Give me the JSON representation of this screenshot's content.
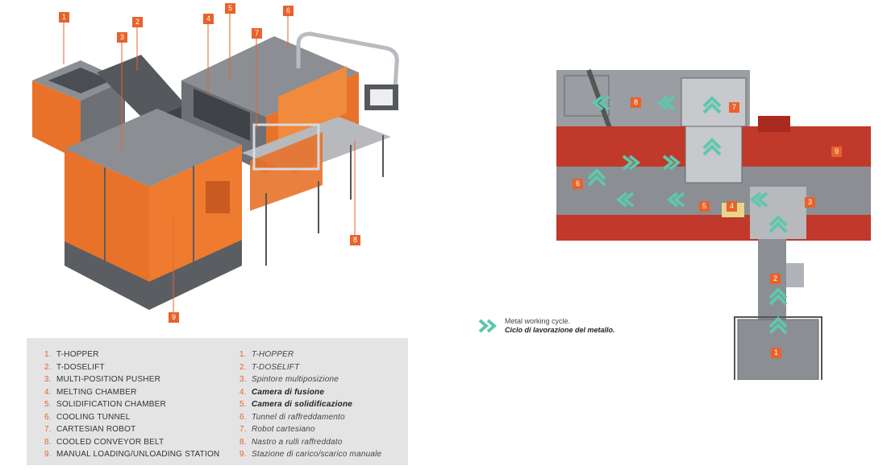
{
  "legend": {
    "en": [
      {
        "num": "1.",
        "label": "T-HOPPER"
      },
      {
        "num": "2.",
        "label": "T-DOSELIFT"
      },
      {
        "num": "3.",
        "label": "MULTI-POSITION PUSHER"
      },
      {
        "num": "4.",
        "label": "MELTING CHAMBER"
      },
      {
        "num": "5.",
        "label": "SOLIDIFICATION CHAMBER"
      },
      {
        "num": "6.",
        "label": "COOLING TUNNEL"
      },
      {
        "num": "7.",
        "label": "CARTESIAN ROBOT"
      },
      {
        "num": "8.",
        "label": "COOLED CONVEYOR BELT"
      },
      {
        "num": "9.",
        "label": "MANUAL LOADING/UNLOADING STATION"
      }
    ],
    "it": [
      {
        "num": "1.",
        "label": "T-HOPPER"
      },
      {
        "num": "2.",
        "label": "T-DOSELIFT"
      },
      {
        "num": "3.",
        "label": "Spintore multiposizione"
      },
      {
        "num": "4.",
        "label": "Camera di fusione"
      },
      {
        "num": "5.",
        "label": "Camera di solidificazione"
      },
      {
        "num": "6.",
        "label": "Tunnel di raffreddamento"
      },
      {
        "num": "7.",
        "label": "Robot cartesiano"
      },
      {
        "num": "8.",
        "label": "Nastro a rulli raffreddato"
      },
      {
        "num": "9.",
        "label": "Stazione di carico/scarico manuale"
      }
    ]
  },
  "cycle": {
    "label_en": "Metal working cycle.",
    "label_it": "Ciclo di lavorazione del metallo.",
    "icon": "double-chevron-icon"
  },
  "badges_3d": [
    "1",
    "2",
    "3",
    "4",
    "5",
    "6",
    "7",
    "8",
    "9"
  ],
  "badges_plan": [
    "1",
    "2",
    "3",
    "4",
    "5",
    "6",
    "7",
    "8",
    "9"
  ],
  "colors": {
    "accent": "#e8622a",
    "machine_gray": "#7a7d82",
    "machine_orange": "#f07a2c",
    "plan_red": "#c0392b",
    "arrow_teal": "#5ec7ad"
  }
}
